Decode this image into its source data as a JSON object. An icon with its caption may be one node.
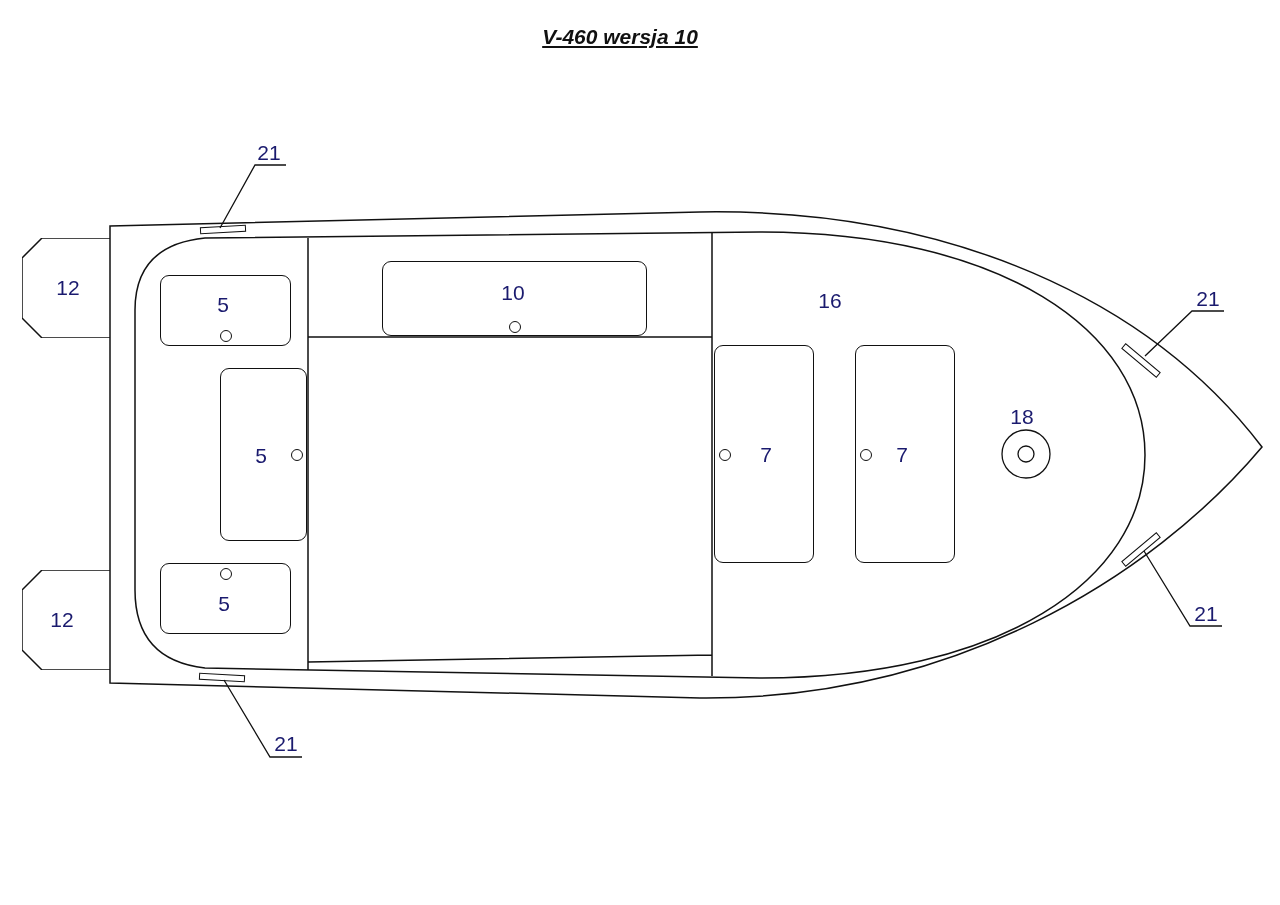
{
  "diagram": {
    "title": "V-460 wersja 10",
    "nodes": [
      {
        "text": [
          "12"
        ]
      },
      {
        "text": [
          "5"
        ]
      },
      {
        "text": [
          "10"
        ]
      },
      {
        "text": [
          "5"
        ]
      },
      {
        "text": [
          "7"
        ]
      },
      {
        "text": [
          "7"
        ]
      },
      {
        "text": [
          "18"
        ]
      },
      {
        "text": [
          "5"
        ]
      },
      {
        "text": [
          "12"
        ]
      },
      {
        "text": [
          "21"
        ]
      },
      {
        "text": [],
        "shape": "bar"
      },
      {
        "text": [
          "21"
        ]
      },
      {
        "text": [],
        "shape": "bar"
      },
      {
        "text": [],
        "shape": "bar"
      },
      {
        "text": [
          "21"
        ]
      },
      {
        "text": [],
        "shape": "bar"
      },
      {
        "text": [
          "21"
        ]
      }
    ],
    "edges": [
      {
        "from": 9,
        "to": 10,
        "arrow": "none"
      },
      {
        "from": 11,
        "to": 12,
        "arrow": "none"
      },
      {
        "from": 14,
        "to": 13,
        "arrow": "none"
      },
      {
        "from": 16,
        "to": 15,
        "arrow": "none"
      }
    ],
    "labels": [
      "16"
    ]
  }
}
